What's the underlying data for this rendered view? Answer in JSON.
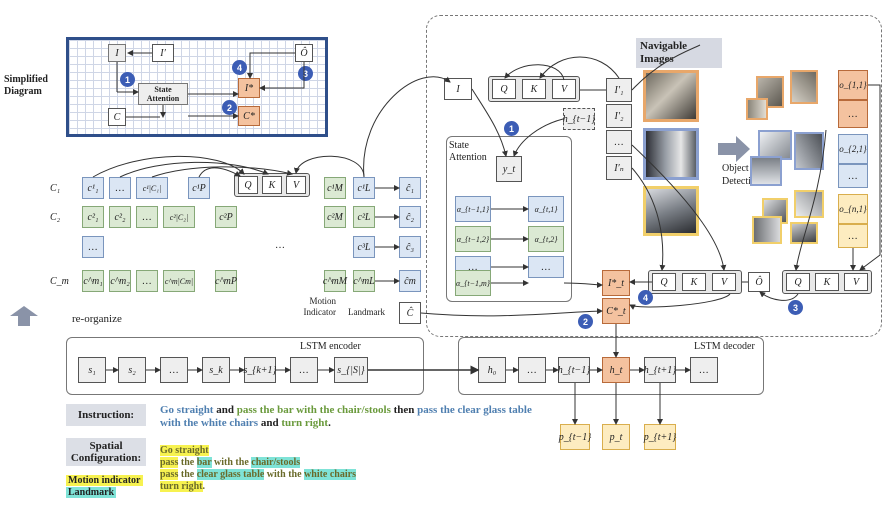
{
  "simplified": {
    "title": "Simplified Diagram",
    "I": "I",
    "I_prime": "I′",
    "O_hat": "Ô",
    "state_attention": "State Attention",
    "C": "C",
    "I_star": "I*",
    "C_star": "C*",
    "badges": [
      "1",
      "2",
      "3",
      "4"
    ]
  },
  "rows": {
    "labels": [
      "C₁",
      "C₂",
      "C_m"
    ],
    "row1": [
      "c¹₁",
      "…",
      "c¹|C₁|",
      "c¹P"
    ],
    "row2": [
      "c²₁",
      "c²₂",
      "…",
      "c²|C₂|",
      "c²P"
    ],
    "row3": [
      "…"
    ],
    "row4": [
      "c^m₁",
      "c^m₂",
      "…",
      "c^m|Cm|",
      "c^mP"
    ],
    "middle_ellipsis": "…",
    "qkv": [
      "Q",
      "K",
      "V"
    ],
    "cM": [
      "c¹M",
      "c²M",
      "c^mM"
    ],
    "cL": [
      "c¹L",
      "c²L",
      "c³L",
      "c^mL"
    ],
    "chat": [
      "ĉ₁",
      "ĉ₂",
      "ĉ₃",
      "ĉm",
      "Ĉ"
    ],
    "motion_indicator": "Motion Indicator",
    "landmark": "Landmark",
    "reorganize": "re-organize"
  },
  "center": {
    "I": "I",
    "qkv": [
      "Q",
      "K",
      "V"
    ],
    "h_prev": "h_{t−1}",
    "state_attention": "State Attention",
    "yt": "y_t",
    "alpha_left": [
      "α_{t−1,1}",
      "α_{t−1,2}",
      "…",
      "α_{t−1,m}"
    ],
    "alpha_right": [
      "α_{t,1}",
      "α_{t,2}",
      "…",
      "α_{t,m}"
    ],
    "I_primes": [
      "I′₁",
      "I′₂",
      "…",
      "I′ₙ"
    ]
  },
  "right": {
    "navigable_images": "Navigable Images",
    "object_detection": "Object Detecti on",
    "o_boxes": [
      "o_{1,1}",
      "…",
      "o_{2,1}",
      "…",
      "o_{n,1}",
      "…"
    ],
    "I_star": "I*_t",
    "C_star": "C*_t",
    "qkv1": [
      "Q",
      "K",
      "V"
    ],
    "O_hat": "Ô",
    "qkv2": [
      "Q",
      "K",
      "V"
    ],
    "badges": [
      "4",
      "2",
      "3"
    ]
  },
  "encoder": {
    "title": "LSTM encoder",
    "cells": [
      "s₁",
      "s₂",
      "…",
      "s_k",
      "s_{k+1}",
      "…",
      "s_{|S|}"
    ]
  },
  "decoder": {
    "title": "LSTM decoder",
    "cells": [
      "h₀",
      "…",
      "h_{t−1}",
      "h_t",
      "h_{t+1}",
      "…"
    ],
    "outputs": [
      "p_{t−1}",
      "p_t",
      "p_{t+1}"
    ]
  },
  "instruction": {
    "label": "Instruction:",
    "segments": [
      {
        "text": "Go straight",
        "color": "#4f7fb0"
      },
      {
        "text": " and ",
        "color": "#222"
      },
      {
        "text": "pass the bar with the chair/stools",
        "color": "#6a9a3c"
      },
      {
        "text": " then ",
        "color": "#222"
      },
      {
        "text": "pass the clear glass table with the white chairs",
        "color": "#4f7fb0"
      },
      {
        "text": " and ",
        "color": "#222"
      },
      {
        "text": "turn right",
        "color": "#6a9a3c"
      },
      {
        "text": ".",
        "color": "#222"
      }
    ]
  },
  "spatial": {
    "label": "Spatial Configuration:",
    "legend_motion": "Motion indicator",
    "legend_landmark": "Landmark",
    "lines": [
      [
        {
          "t": "Go straight",
          "h": "y"
        }
      ],
      [
        {
          "t": "pass",
          "h": "y"
        },
        {
          "t": " the ",
          "h": ""
        },
        {
          "t": "bar",
          "h": "c"
        },
        {
          "t": " with the ",
          "h": ""
        },
        {
          "t": "chair/stools",
          "h": "c"
        }
      ],
      [
        {
          "t": "pass",
          "h": "y"
        },
        {
          "t": " the ",
          "h": ""
        },
        {
          "t": "clear glass table",
          "h": "c"
        },
        {
          "t": " with the ",
          "h": ""
        },
        {
          "t": "white chairs",
          "h": "c"
        }
      ],
      [
        {
          "t": "turn right",
          "h": "y"
        },
        {
          "t": ".",
          "h": ""
        }
      ]
    ],
    "colors": {
      "motion": "#f7f250",
      "landmark": "#7fe3d7"
    }
  }
}
